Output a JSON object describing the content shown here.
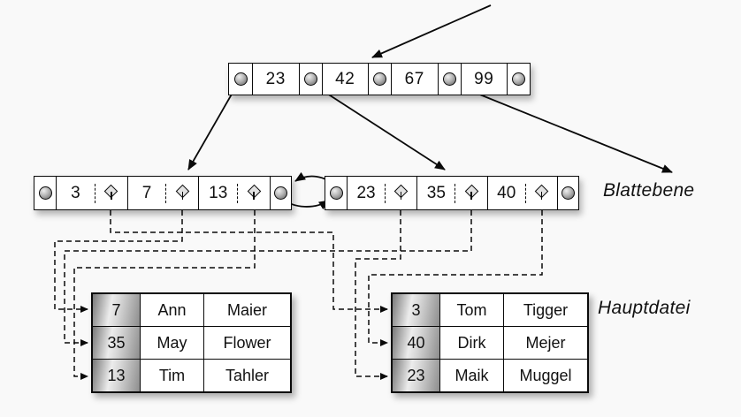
{
  "labels": {
    "leaf_level": "Blattebene",
    "main_file": "Hauptdatei"
  },
  "nodes": {
    "root": {
      "keys": [
        "23",
        "42",
        "67",
        "99"
      ]
    },
    "leaf_left": {
      "keys": [
        "3",
        "7",
        "13"
      ]
    },
    "leaf_right": {
      "keys": [
        "23",
        "35",
        "40"
      ]
    }
  },
  "tables": {
    "left": {
      "rows": [
        {
          "key": "7",
          "first_name": "Ann",
          "last_name": "Maier"
        },
        {
          "key": "35",
          "first_name": "May",
          "last_name": "Flower"
        },
        {
          "key": "13",
          "first_name": "Tim",
          "last_name": "Tahler"
        }
      ]
    },
    "right": {
      "rows": [
        {
          "key": "3",
          "first_name": "Tom",
          "last_name": "Tigger"
        },
        {
          "key": "40",
          "first_name": "Dirk",
          "last_name": "Mejer"
        },
        {
          "key": "23",
          "first_name": "Maik",
          "last_name": "Muggel"
        }
      ]
    }
  },
  "icons": {
    "child_pointer": "filled-gray-circle",
    "record_pointer": "diamond-outline",
    "arrow": "solid-black-arrowhead"
  },
  "colors": {
    "background": "#f9f9f9",
    "line": "#0a0a0a",
    "box_fill": "#ffffff",
    "key_column_gradient_dark": "#787878",
    "key_column_gradient_light": "#ececec",
    "pointer_circle": "#8f8f8f",
    "diamond_fill": "#e2e2e2"
  }
}
